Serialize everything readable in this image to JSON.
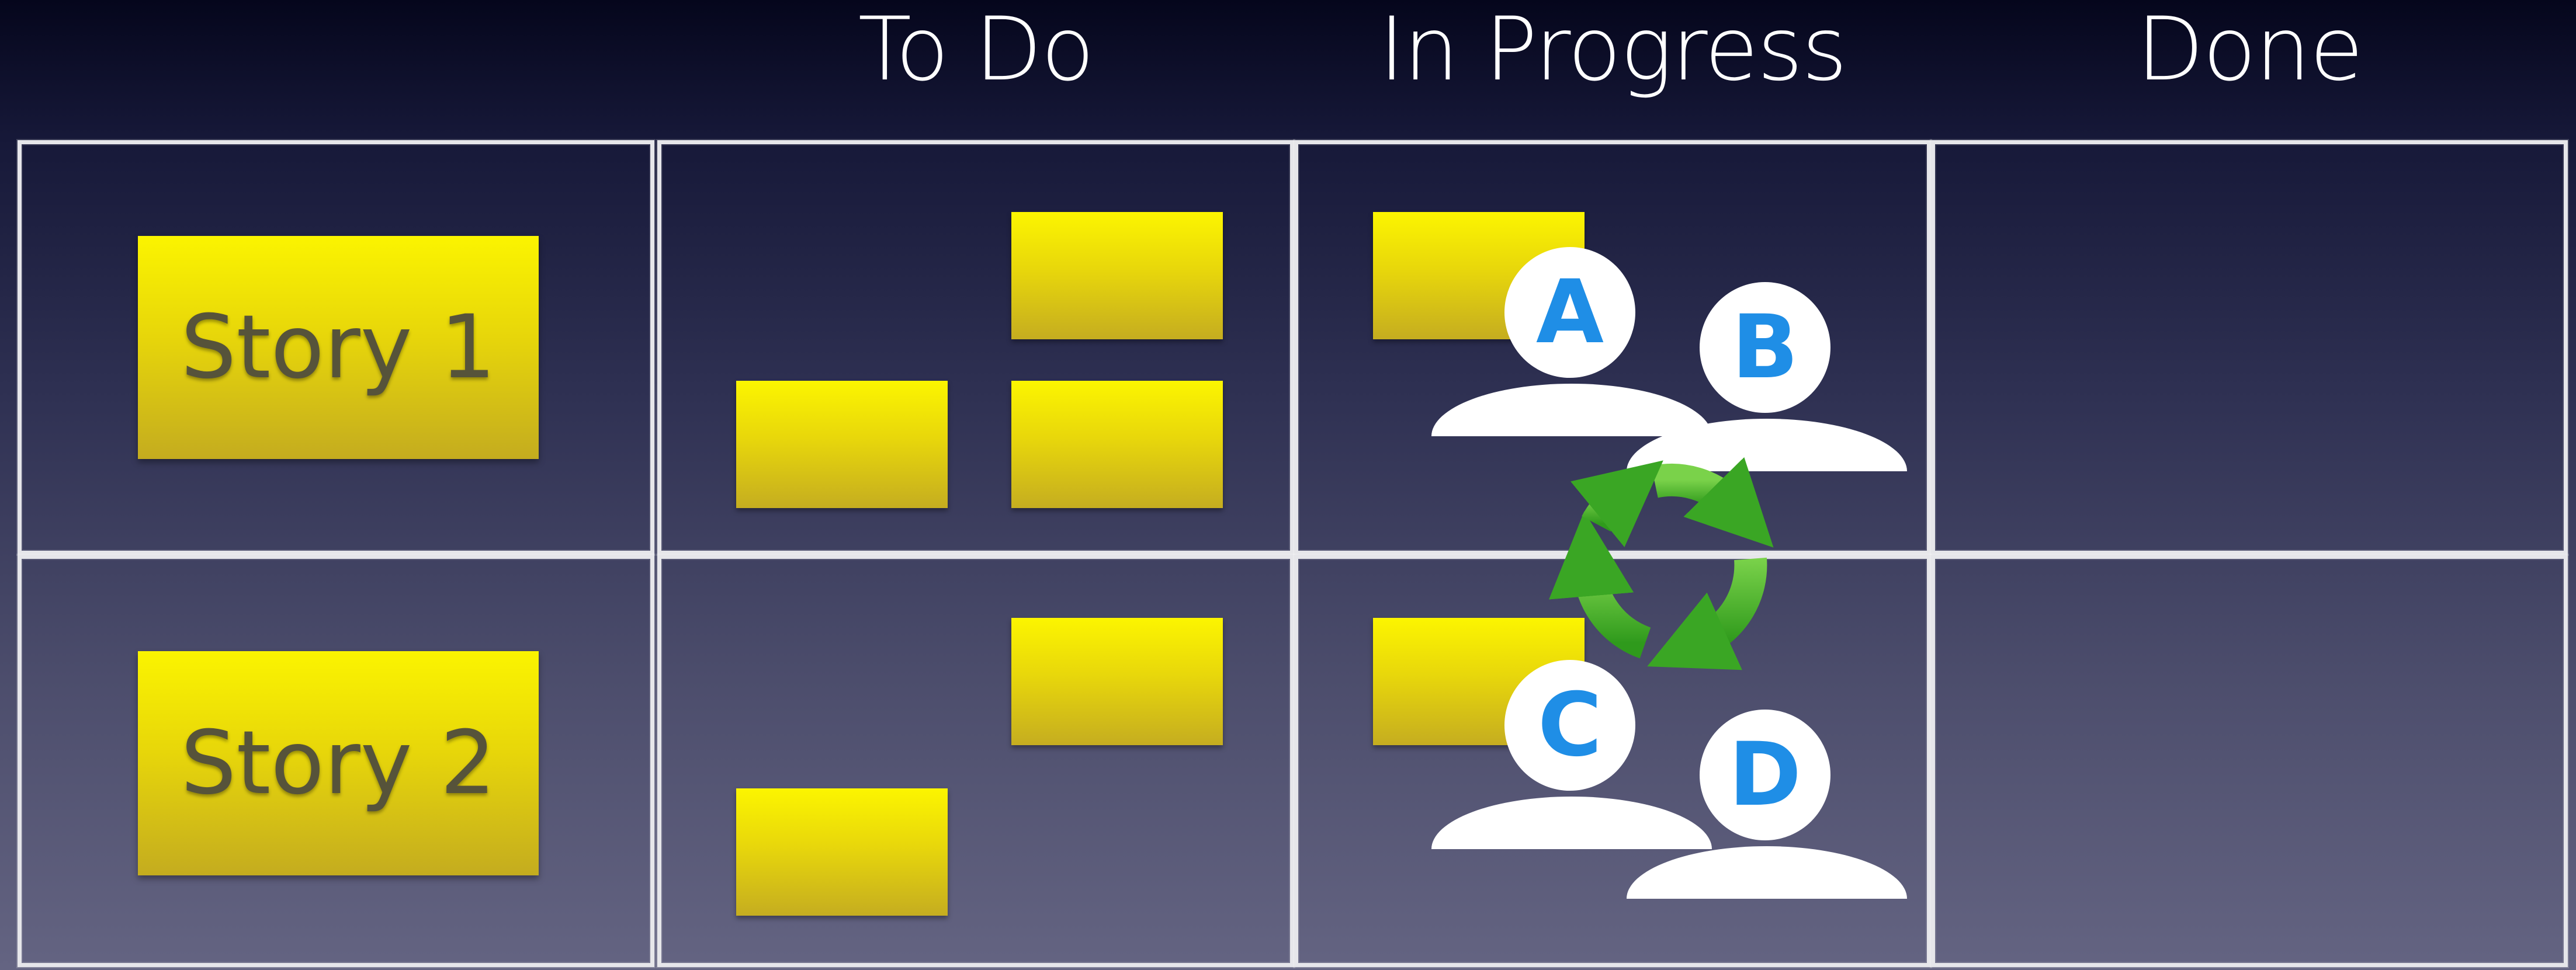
{
  "columns": {
    "todo": "To Do",
    "in_progress": "In Progress",
    "done": "Done"
  },
  "stories": [
    {
      "label": "Story 1"
    },
    {
      "label": "Story 2"
    }
  ],
  "people": [
    {
      "initial": "A"
    },
    {
      "initial": "B"
    },
    {
      "initial": "C"
    },
    {
      "initial": "D"
    }
  ],
  "icons": {
    "cycle": "cycle-arrows-icon",
    "person": "person-icon"
  },
  "colors": {
    "card_yellow": "#f5ea00",
    "initial_blue": "#1f8ee6",
    "cycle_green": "#46b52a",
    "grid_line": "#e6e6ea"
  }
}
